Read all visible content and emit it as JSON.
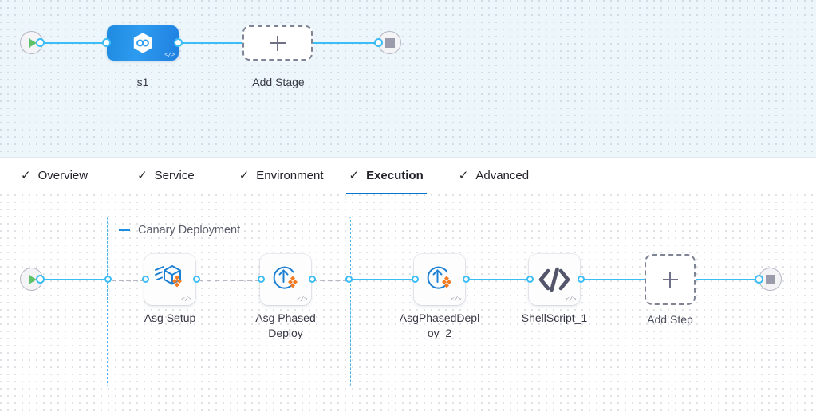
{
  "stage_canvas": {
    "start_node": {
      "icon": "play-icon"
    },
    "stage": {
      "label": "s1",
      "icon": "harness-hex-icon",
      "badge": "</>"
    },
    "add_stage": {
      "label": "Add Stage",
      "icon": "plus-icon"
    },
    "end_node": {
      "icon": "stop-icon"
    }
  },
  "tabs": [
    {
      "label": "Overview",
      "check": "✓",
      "active": false
    },
    {
      "label": "Service",
      "check": "✓",
      "active": false
    },
    {
      "label": "Environment",
      "check": "✓",
      "active": false
    },
    {
      "label": "Execution",
      "check": "✓",
      "active": true
    },
    {
      "label": "Advanced",
      "check": "✓",
      "active": false
    }
  ],
  "execution_canvas": {
    "start_node": {
      "icon": "play-icon"
    },
    "group": {
      "title": "Canary Deployment",
      "collapse_icon": "minus-icon"
    },
    "steps": [
      {
        "label": "Asg Setup",
        "icon": "asg-setup-icon",
        "badge": "</>",
        "in_group": true
      },
      {
        "label": "Asg Phased\nDeploy",
        "icon": "asg-deploy-icon",
        "badge": "</>",
        "in_group": true
      },
      {
        "label": "AsgPhasedDepl\noy_2",
        "icon": "asg-deploy-icon",
        "badge": "</>",
        "in_group": false
      },
      {
        "label": "ShellScript_1",
        "icon": "shell-script-icon",
        "badge": "</>",
        "in_group": false
      }
    ],
    "add_step": {
      "label": "Add Step",
      "icon": "plus-icon"
    },
    "end_node": {
      "icon": "stop-icon"
    }
  },
  "colors": {
    "accent_blue": "#0278d5",
    "connector_blue": "#3dbdf5",
    "group_border": "#46b3ef",
    "stage_gradient_from": "#1f8ae0",
    "stage_gradient_to": "#1f7fe0",
    "orange": "#f47b20",
    "canvas_top_bg": "#edf6fb",
    "canvas_bottom_bg": "#ffffff"
  }
}
